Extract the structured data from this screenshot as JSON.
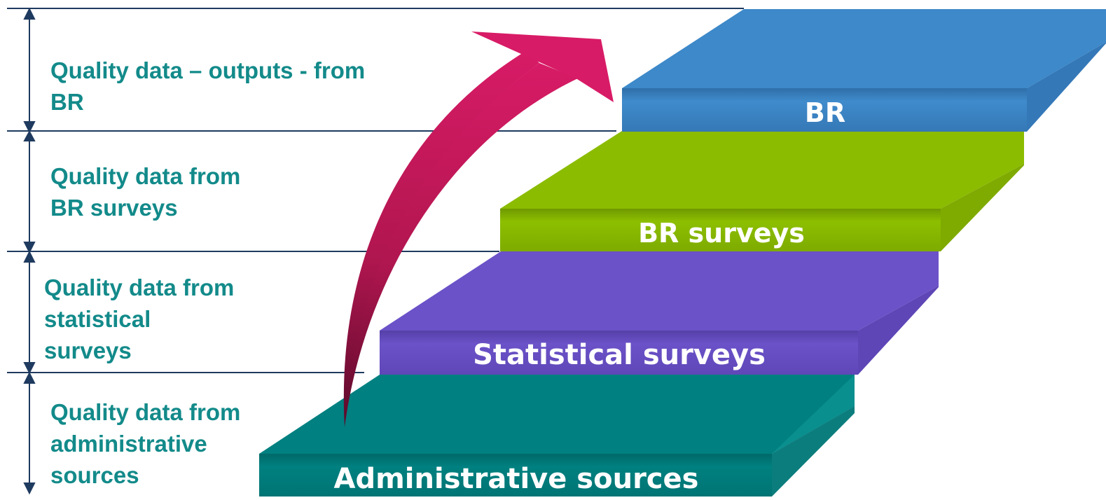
{
  "levels": [
    {
      "text": "Quality data – outputs -   from\nBR",
      "color": "#138a8a"
    },
    {
      "text": "Quality data from\nBR surveys",
      "color": "#138a8a"
    },
    {
      "text": "Quality data from\nstatistical\nsurveys",
      "color": "#138a8a"
    },
    {
      "text": "Quality data from\nadministrative\nsources",
      "color": "#138a8a"
    }
  ],
  "steps": [
    {
      "label": "BR",
      "color": "#3d89c9"
    },
    {
      "label": "BR surveys",
      "color": "#8bbc00"
    },
    {
      "label": "Statistical surveys",
      "color": "#6b52c8"
    },
    {
      "label": "Administrative sources",
      "color": "#008080"
    }
  ],
  "arrow_color": "#cc1a64",
  "line_color": "#1f3a5f"
}
